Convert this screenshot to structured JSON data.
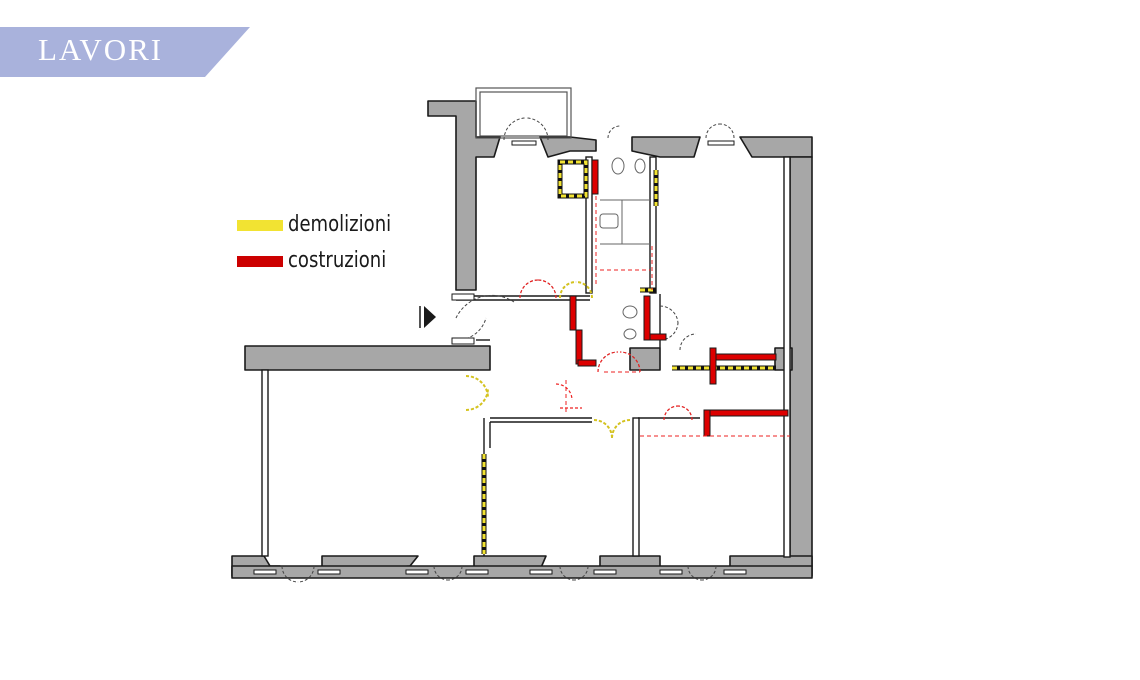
{
  "banner": {
    "label": "LAVORI",
    "color": "#a9b2dc"
  },
  "legend": {
    "items": [
      {
        "label": "demolizioni",
        "color": "#f2e332"
      },
      {
        "label": "costruzioni",
        "color": "#cc0000"
      }
    ]
  },
  "colors": {
    "wall_fill": "#a7a7a7",
    "wall_stroke": "#1a1a1a",
    "demolition": "#f2e332",
    "construction": "#dd0000"
  },
  "icons": {
    "entrance": "entrance-arrow-icon"
  }
}
